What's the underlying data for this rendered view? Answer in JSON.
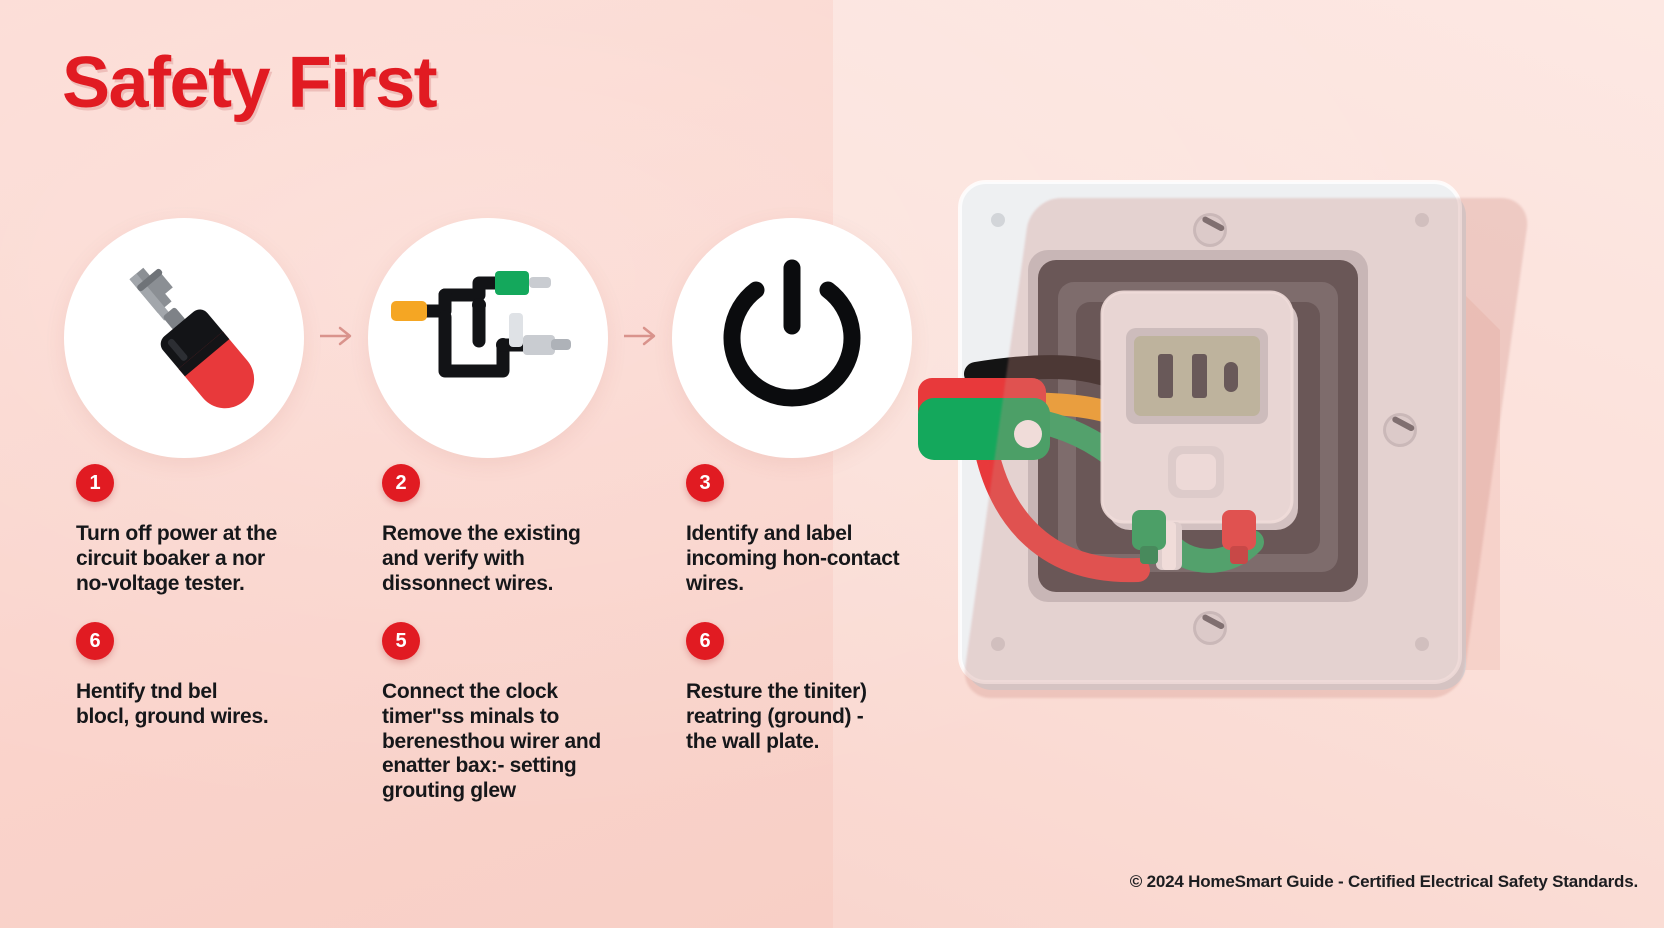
{
  "page": {
    "title": "Safety First",
    "footer": "© 2024 HomeSmart Guide - Certified Electrical Safety Standards.",
    "accent_color": "#e11b22",
    "background_left": "#fad4cc",
    "background_right": "#fbdfd8",
    "text_color": "#16171a"
  },
  "icons": [
    {
      "name": "screwdriver-icon",
      "label": "screwdriver"
    },
    {
      "name": "wiring-diagram-icon",
      "label": "wiring connector diagram"
    },
    {
      "name": "power-icon",
      "label": "power button"
    }
  ],
  "connectors": [
    {
      "name": "arrow-1",
      "glyph": "→"
    },
    {
      "name": "arrow-2",
      "glyph": "→"
    }
  ],
  "steps": [
    {
      "number": "1",
      "text": "Turn off power at the\ncircuit boaker a nor\nno-voltage tester."
    },
    {
      "number": "2",
      "text": "Remove the existing\nand verify with\ndissonnect wires."
    },
    {
      "number": "3",
      "text": "Identify and label\nincoming hon-contact\nwires."
    },
    {
      "number": "6",
      "text": "Hentify tnd bel\nblocl, ground wires."
    },
    {
      "number": "5",
      "text": "Connect the clock\ntimer''ss minals to\nberenesthou wirer and\nenatter bax:- setting\ngrouting glew"
    },
    {
      "number": "6",
      "text": "Resture the tiniter)\nreatring (ground) -\nthe wall plate."
    }
  ],
  "illustration": {
    "name": "wall-outlet-timer-illustration",
    "parts": {
      "wall_plate": "#eceef0",
      "inner_box": "#3f4145",
      "timer_body": "#f1f3f5",
      "display": "#b7c4a9",
      "wire_black": "#141414",
      "wire_amber": "#f5a623",
      "wire_red": "#e8393b",
      "wire_green": "#1eab63",
      "connector_green": "#14a85c",
      "connector_red": "#e8393b"
    }
  }
}
